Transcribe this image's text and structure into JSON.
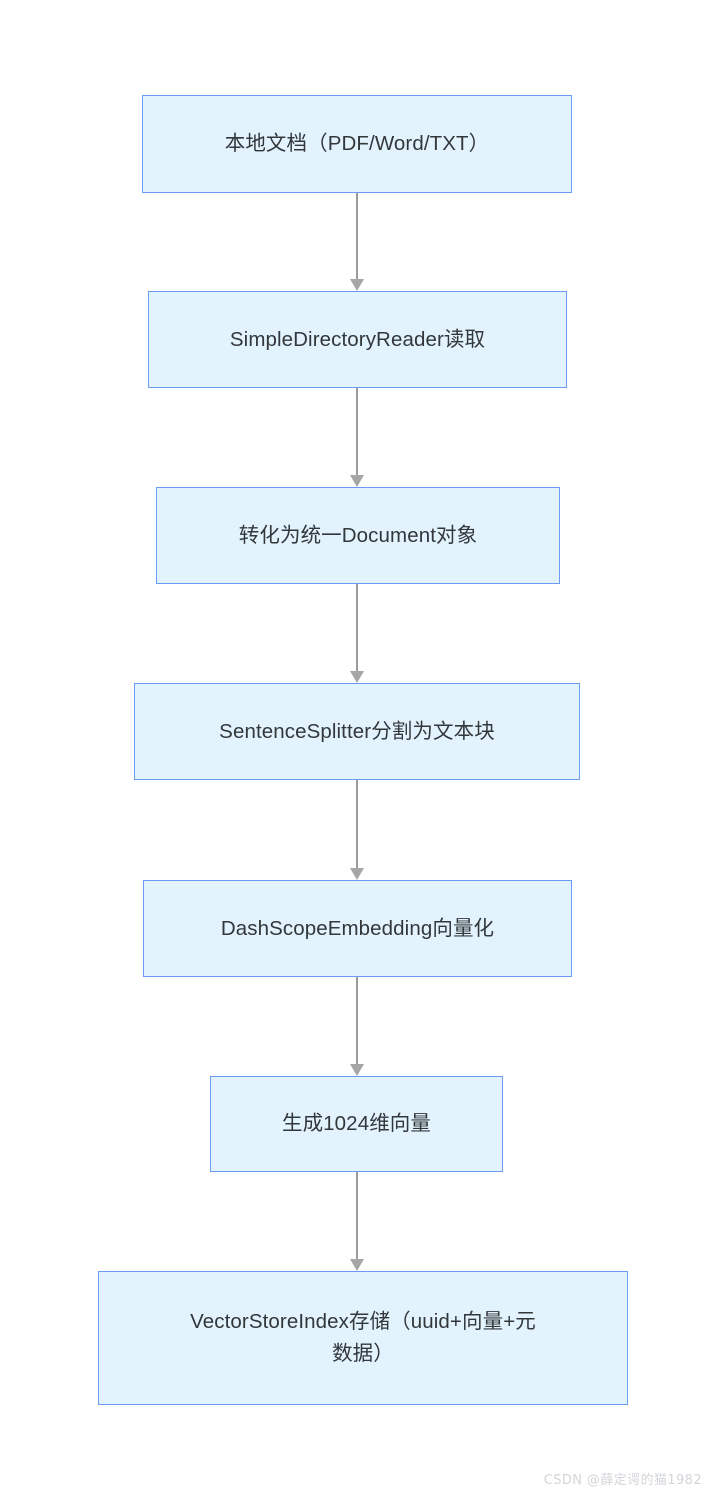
{
  "diagram": {
    "type": "flowchart",
    "orientation": "top-to-bottom",
    "colors": {
      "node_fill": "#e3f3fd",
      "node_border": "#6b9bf5",
      "node_text": "#32373b",
      "connector": "#9b9b9b",
      "background": "#ffffff",
      "watermark_text": "#d2d5d9"
    },
    "nodes": [
      {
        "id": "node-1",
        "label": "本地文档（PDF/Word/TXT）"
      },
      {
        "id": "node-2",
        "label": "SimpleDirectoryReader读取"
      },
      {
        "id": "node-3",
        "label": "转化为统一Document对象"
      },
      {
        "id": "node-4",
        "label": "SentenceSplitter分割为文本块"
      },
      {
        "id": "node-5",
        "label": "DashScopeEmbedding向量化"
      },
      {
        "id": "node-6",
        "label": "生成1024维向量"
      },
      {
        "id": "node-7",
        "label": "VectorStoreIndex存储（uuid+向量+元\n数据）"
      }
    ],
    "connectors": [
      {
        "id": "conn-1",
        "from": "node-1",
        "to": "node-2",
        "arrowhead": "triangle-down"
      },
      {
        "id": "conn-2",
        "from": "node-2",
        "to": "node-3",
        "arrowhead": "triangle-down"
      },
      {
        "id": "conn-3",
        "from": "node-3",
        "to": "node-4",
        "arrowhead": "triangle-down"
      },
      {
        "id": "conn-4",
        "from": "node-4",
        "to": "node-5",
        "arrowhead": "triangle-down"
      },
      {
        "id": "conn-5",
        "from": "node-5",
        "to": "node-6",
        "arrowhead": "triangle-down"
      },
      {
        "id": "conn-6",
        "from": "node-6",
        "to": "node-7",
        "arrowhead": "triangle-down"
      }
    ]
  },
  "watermark": {
    "text": "CSDN @薛定谔的猫1982"
  }
}
